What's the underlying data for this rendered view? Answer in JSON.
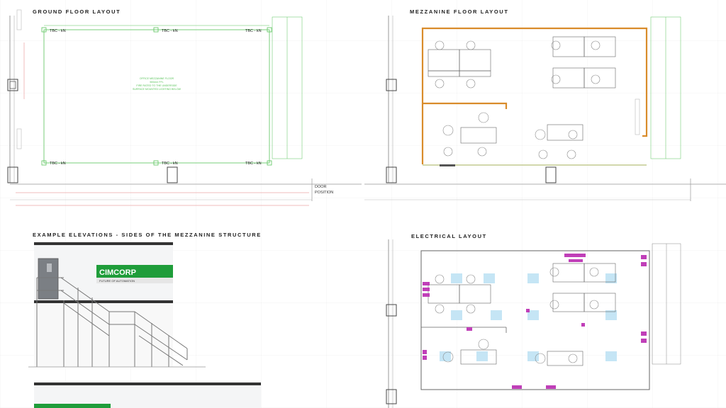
{
  "panels": {
    "ground_title": "GROUND FLOOR LAYOUT",
    "mezz_title": "MEZZANINE FLOOR LAYOUT",
    "elev_title": "EXAMPLE ELEVATIONS - SIDES OF THE MEZZANINE STRUCTURE",
    "elec_title": "ELECTRICAL LAYOUT"
  },
  "ground": {
    "load_labels": [
      "TBC - kN",
      "TBC - kN",
      "TBC - kN",
      "TBC - kN",
      "TBC - kN",
      "TBC - kN"
    ],
    "note_lines": [
      "OFFICE MEZZANINE FLOOR",
      "500mm FFL",
      "FIRE RATED TO THE UNDERSIDE",
      "SURFACE MOUNTED LIGHTING BELOW"
    ],
    "door_label_1": "DOOR",
    "door_label_2": "POSITION"
  },
  "elevation": {
    "brand": "CIMCORP",
    "tagline": "FUTURE OF AUTOMATION"
  },
  "colors": {
    "green_line": "#59c35a",
    "orange_wall": "#d98c2b",
    "brand_green": "#1f9d3a",
    "light_blue": "#bfe3f5",
    "magenta": "#c03fb8"
  }
}
